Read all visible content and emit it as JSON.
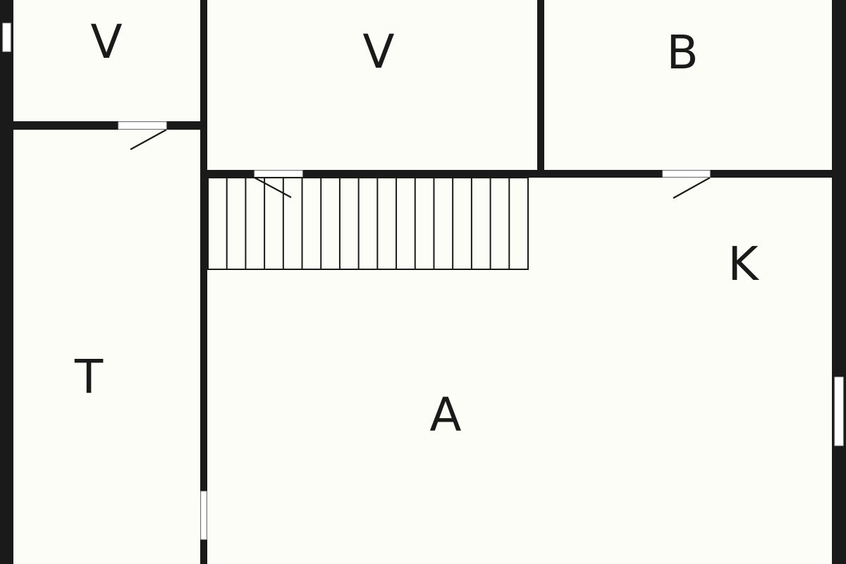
{
  "floor_plan": {
    "rooms": {
      "storage_top_left": "V",
      "storage_top_center": "V",
      "bathroom": "B",
      "kitchen": "K",
      "room_left": "T",
      "living_area": "A"
    },
    "stair_steps": 17
  }
}
